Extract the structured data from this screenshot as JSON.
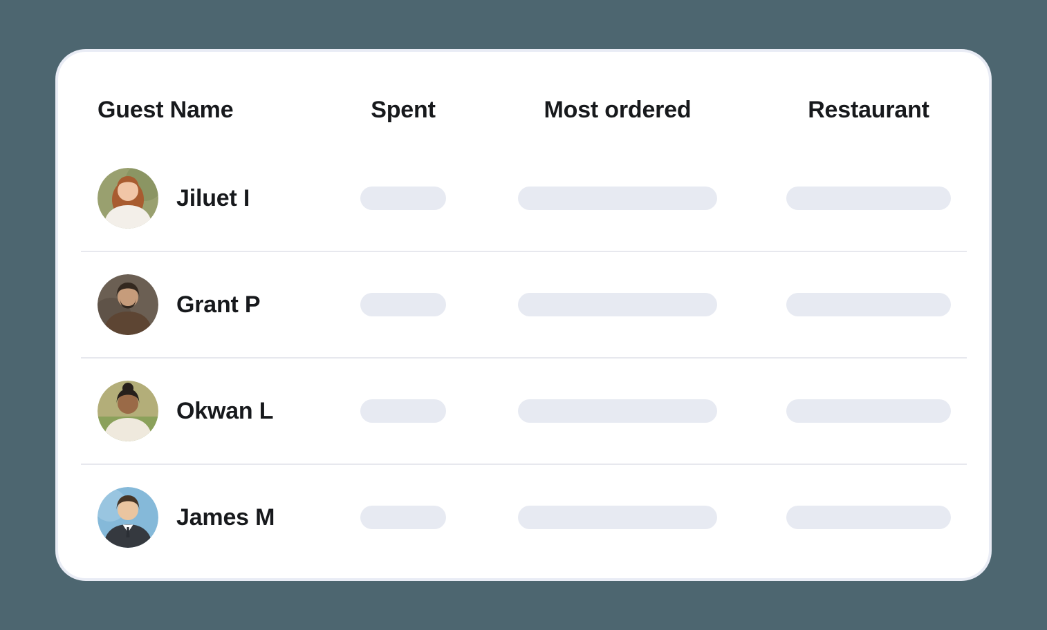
{
  "page": {
    "description": "Guest dining summary table card"
  },
  "colors": {
    "page-bg": "#4D6670",
    "card-bg": "#FFFFFF",
    "card-halo": "#E9ECF5",
    "text": "#17191C",
    "pill": "#E7EAF2",
    "divider": "#E7E8EE"
  },
  "table": {
    "headers": {
      "guest": "Guest Name",
      "spent": "Spent",
      "most_ordered": "Most ordered",
      "restaurant": "Restaurant"
    },
    "rows": [
      {
        "name": "Jiluet I",
        "spent": "",
        "most_ordered": "",
        "restaurant": "",
        "avatar": {
          "label": "photo of woman with long auburn hair on olive-green background",
          "bg": "#99A06F",
          "accent": "#7E8A57",
          "hair": "#A85C30",
          "skin": "#F1C6A7",
          "shirt": "#F3EFE9"
        }
      },
      {
        "name": "Grant P",
        "spent": "",
        "most_ordered": "",
        "restaurant": "",
        "avatar": {
          "label": "photo of bearded man in brown leather jacket on taupe background",
          "bg": "#6B5F53",
          "accent": "#54483D",
          "hair": "#33281F",
          "skin": "#C69C7B",
          "shirt": "#5D4533"
        }
      },
      {
        "name": "Okwan L",
        "spent": "",
        "most_ordered": "",
        "restaurant": "",
        "avatar": {
          "label": "photo of woman with curly updo and cream turtleneck outdoors",
          "bg": "#B3AE79",
          "accent": "#6F9748",
          "hair": "#27201B",
          "skin": "#9A6A47",
          "shirt": "#EFE9DD"
        }
      },
      {
        "name": "James M",
        "spent": "",
        "most_ordered": "",
        "restaurant": "",
        "avatar": {
          "label": "photo of man in dark suit and tie on light blue background",
          "bg": "#85B9D9",
          "accent": "#A9CFE6",
          "hair": "#463526",
          "skin": "#EAC5A0",
          "shirt": "#35393F",
          "collar": "#FFFFFF",
          "tie": "#2B2F35"
        }
      }
    ]
  }
}
